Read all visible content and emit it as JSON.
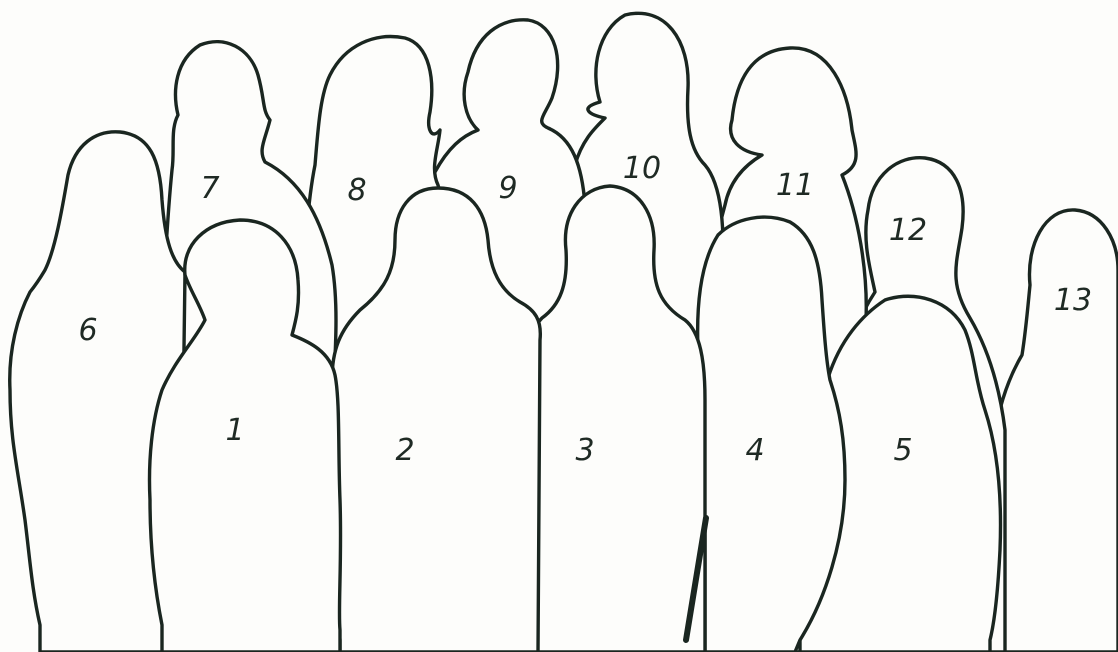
{
  "figures": [
    {
      "id": "13",
      "label": "13"
    },
    {
      "id": "12",
      "label": "12"
    },
    {
      "id": "11",
      "label": "11"
    },
    {
      "id": "10",
      "label": "10"
    },
    {
      "id": "9",
      "label": "9"
    },
    {
      "id": "8",
      "label": "8"
    },
    {
      "id": "7",
      "label": "7"
    },
    {
      "id": "6",
      "label": "6"
    },
    {
      "id": "5",
      "label": "5"
    },
    {
      "id": "4",
      "label": "4"
    },
    {
      "id": "3",
      "label": "3"
    },
    {
      "id": "2",
      "label": "2"
    },
    {
      "id": "1",
      "label": "1"
    }
  ],
  "colors": {
    "background": "#fdfdfb",
    "outline": "#1a2620",
    "label_text": "#1f2a24"
  }
}
